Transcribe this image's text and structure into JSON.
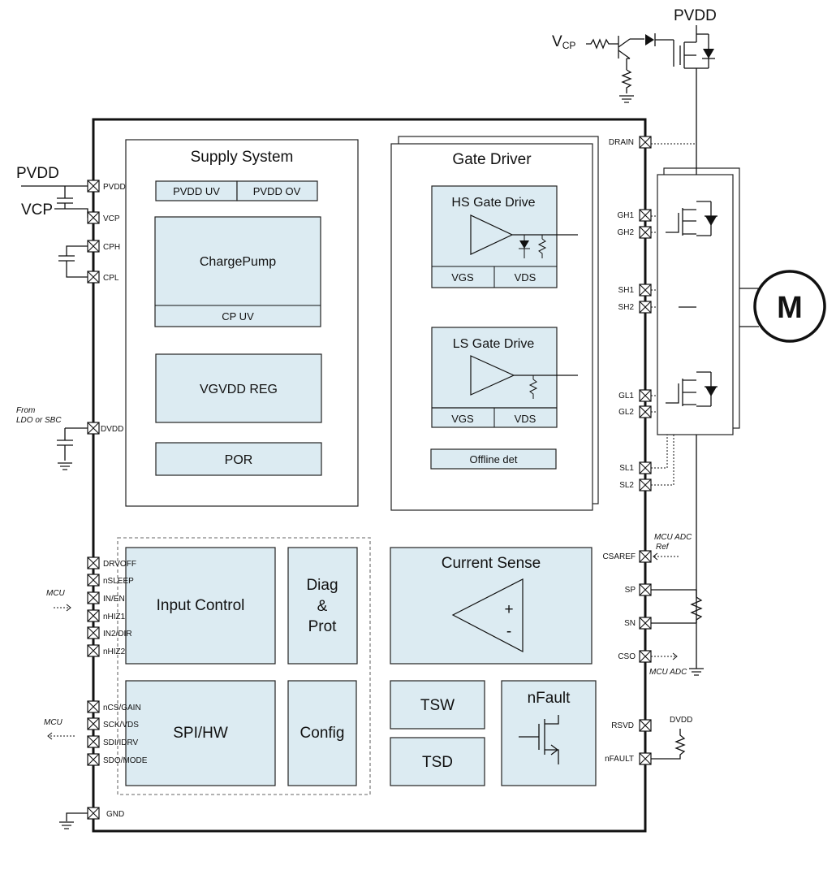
{
  "top_circuit": {
    "pvdd": "PVDD",
    "vcp_main": "V",
    "vcp_sub": "CP"
  },
  "left_ext": {
    "pvdd": "PVDD",
    "vcp": "VCP",
    "from1": "From",
    "from2": "LDO or SBC",
    "mcu_in": "MCU",
    "mcu_out": "MCU"
  },
  "right_ext": {
    "mcu_adc_ref1": "MCU ADC",
    "mcu_adc_ref2": "Ref",
    "mcu_adc": "MCU ADC",
    "dvdd": "DVDD",
    "motor": "M"
  },
  "left_pins": [
    "PVDD",
    "VCP",
    "CPH",
    "CPL",
    "DVDD",
    "DRVOFF",
    "nSLEEP",
    "IN/EN",
    "nHIZ1",
    "IN2/DIR",
    "nHIZ2",
    "nCS/GAIN",
    "SCK/VDS",
    "SDI/IDRV",
    "SDO/MODE",
    "GND"
  ],
  "right_pins": [
    "DRAIN",
    "GH1",
    "GH2",
    "SH1",
    "SH2",
    "GL1",
    "GL2",
    "SL1",
    "SL2",
    "CSAREF",
    "SP",
    "SN",
    "CSO",
    "RSVD",
    "nFAULT"
  ],
  "supply": {
    "title": "Supply System",
    "pvdd_uv": "PVDD UV",
    "pvdd_ov": "PVDD OV",
    "chargepump": "ChargePump",
    "cp_uv": "CP UV",
    "vgvdd": "VGVDD REG",
    "por": "POR"
  },
  "gate": {
    "title": "Gate Driver",
    "hs": "HS Gate Drive",
    "ls": "LS Gate Drive",
    "vgs": "VGS",
    "vds": "VDS",
    "offline": "Offline det"
  },
  "logic": {
    "input_control": "Input Control",
    "diag1": "Diag",
    "diag2": "&",
    "diag3": "Prot",
    "spi": "SPI/HW",
    "config": "Config"
  },
  "current_sense": {
    "title": "Current Sense",
    "plus": "+",
    "minus": "-"
  },
  "thermal": {
    "tsw": "TSW",
    "tsd": "TSD",
    "nfault": "nFault"
  }
}
